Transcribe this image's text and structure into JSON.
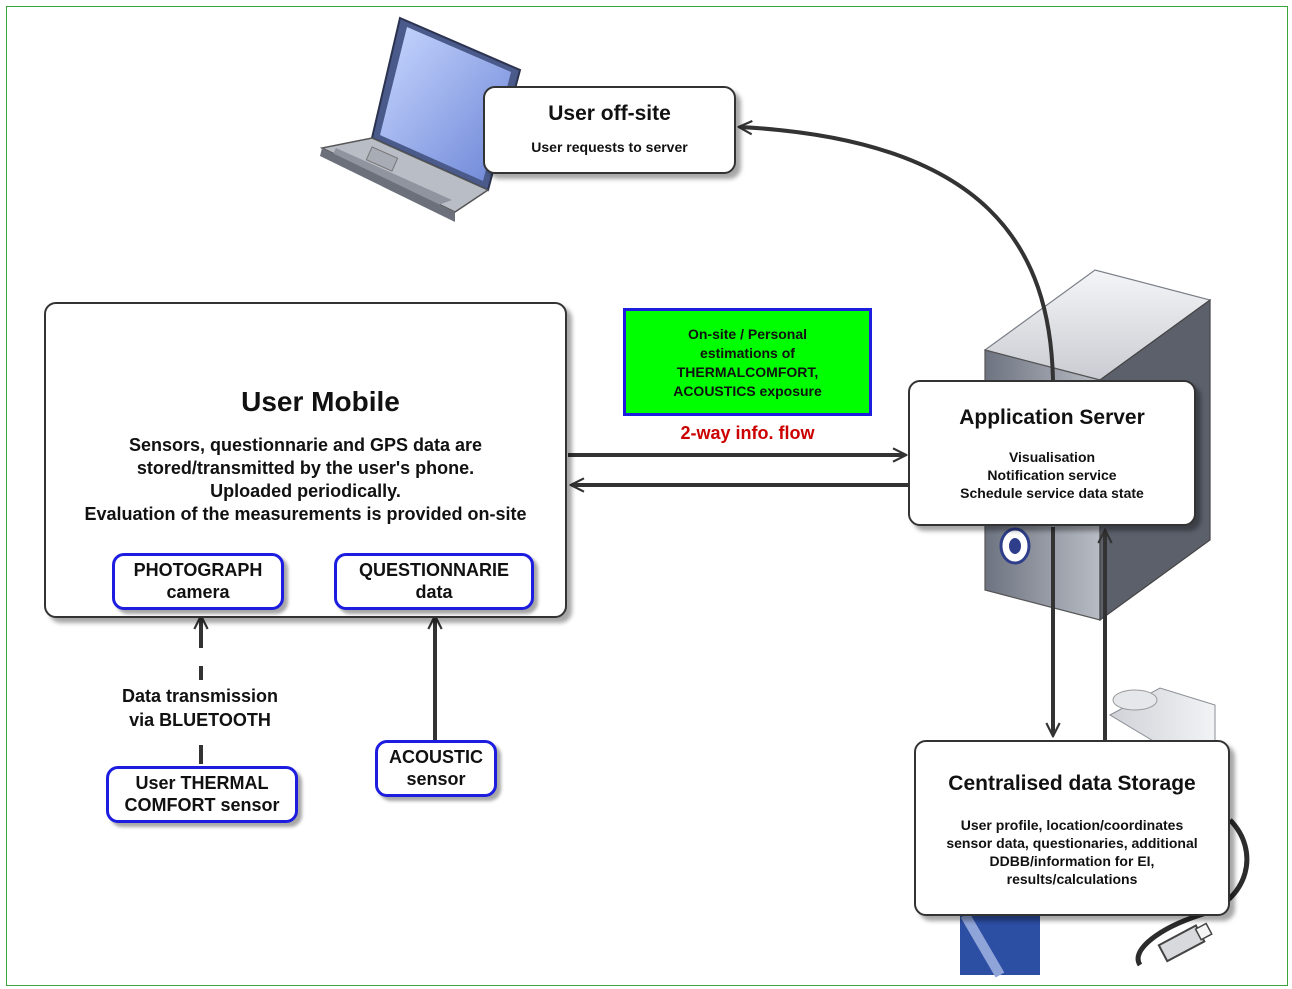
{
  "user_offsite": {
    "title": "User off-site",
    "subtitle": "User requests to server"
  },
  "user_mobile": {
    "title": "User Mobile",
    "description_lines": [
      "Sensors, questionnarie and GPS data are",
      "stored/transmitted by the user's phone.",
      "Uploaded periodically.",
      "Evaluation of the measurements is provided on-site"
    ],
    "photograph": {
      "line1": "PHOTOGRAPH",
      "line2": "camera"
    },
    "questionnarie": {
      "line1": "QUESTIONNARIE",
      "line2": "data"
    }
  },
  "estimation_note": {
    "lines": [
      "On-site / Personal",
      "estimations of",
      "THERMALCOMFORT,",
      "ACOUSTICS exposure"
    ],
    "background_color": "#00ff00",
    "border_color": "#1d1de0"
  },
  "flow_label": {
    "text": "2-way info. flow",
    "color": "#cc0000"
  },
  "application_server": {
    "title": "Application Server",
    "lines": [
      "Visualisation",
      "Notification service",
      "Schedule service data state"
    ]
  },
  "data_storage": {
    "title": "Centralised data Storage",
    "lines": [
      "User profile, location/coordinates",
      "sensor data, questionaries, additional",
      "DDBB/information for EI,",
      "results/calculations"
    ]
  },
  "bluetooth_label": {
    "line1": "Data transmission",
    "line2": "via BLUETOOTH"
  },
  "thermal_sensor": {
    "line1": "User THERMAL",
    "line2": "COMFORT sensor"
  },
  "acoustic_sensor": {
    "line1": "ACOUSTIC",
    "line2": "sensor"
  },
  "colors": {
    "frame": "#3aa53a",
    "arrow": "#333333",
    "tag_border": "#1d1de0"
  },
  "icons": [
    "laptop-icon",
    "smartphone-icon",
    "server-tower-icon",
    "storage-drive-icon"
  ]
}
